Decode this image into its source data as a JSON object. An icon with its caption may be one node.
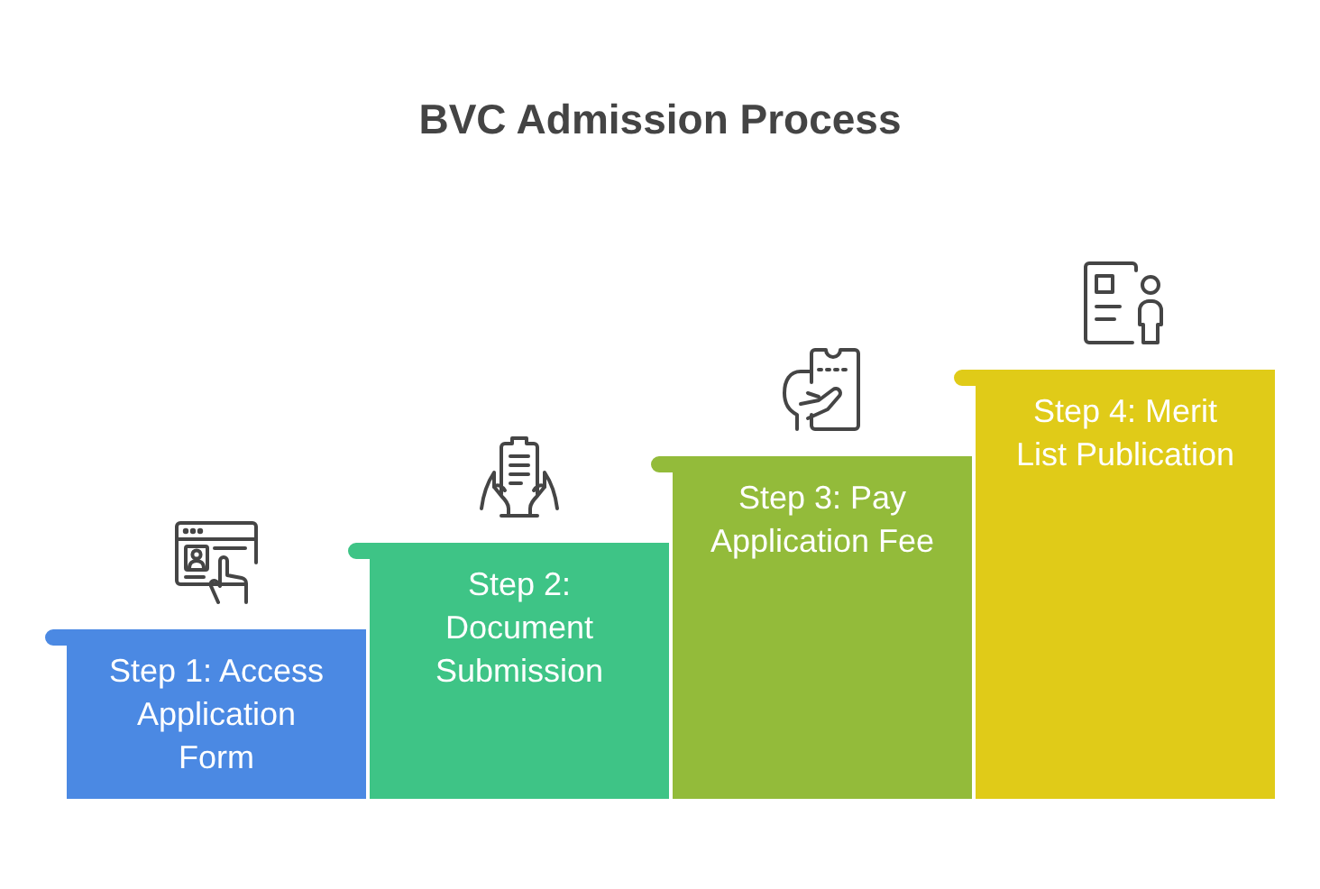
{
  "diagram": {
    "title": "BVC Admission Process",
    "nodes": [
      {
        "text": [
          "Step 1: Access Application Form"
        ]
      },
      {
        "text": [
          "Step 2: Document Submission"
        ]
      },
      {
        "text": [
          "Step 3: Pay Application Fee"
        ]
      },
      {
        "text": [
          "Step 4: Merit List Publication"
        ]
      }
    ]
  }
}
